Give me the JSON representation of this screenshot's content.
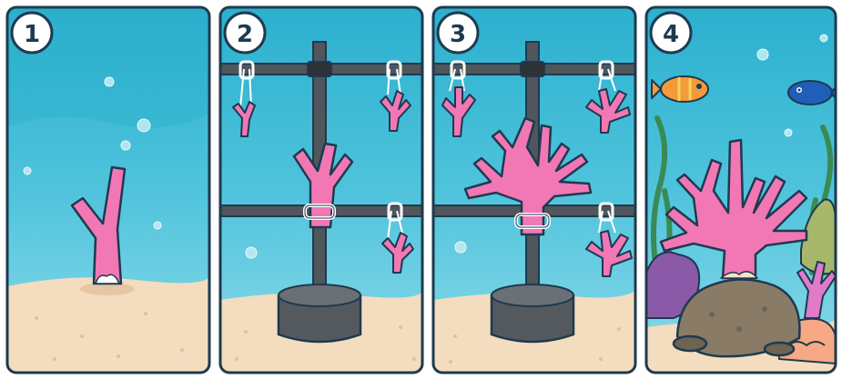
{
  "colors": {
    "water_top": "#2eb3d0",
    "water_mid": "#56c8df",
    "water_deep": "#7fd6e6",
    "sand": "#f4dcbf",
    "sand_dot": "#d9b995",
    "coral": "#f277b5",
    "coral_dark": "#c94b8b",
    "frame_metal": "#4f565c",
    "base_concrete": "#54595e",
    "outline": "#1e3a4f",
    "fish_orange": "#f59a3a",
    "fish_blue": "#1f5fb8",
    "rock": "#8a7b66",
    "seaweed": "#3a8a55",
    "purple_coral": "#8a5aa8"
  },
  "panels": [
    {
      "step": "1",
      "scene": "coral-fragment-planted-in-sand"
    },
    {
      "step": "2",
      "scene": "fragments-hung-on-nursery-frame"
    },
    {
      "step": "3",
      "scene": "fragments-growing-on-nursery-frame"
    },
    {
      "step": "4",
      "scene": "mature-coral-transplanted-on-reef"
    }
  ]
}
